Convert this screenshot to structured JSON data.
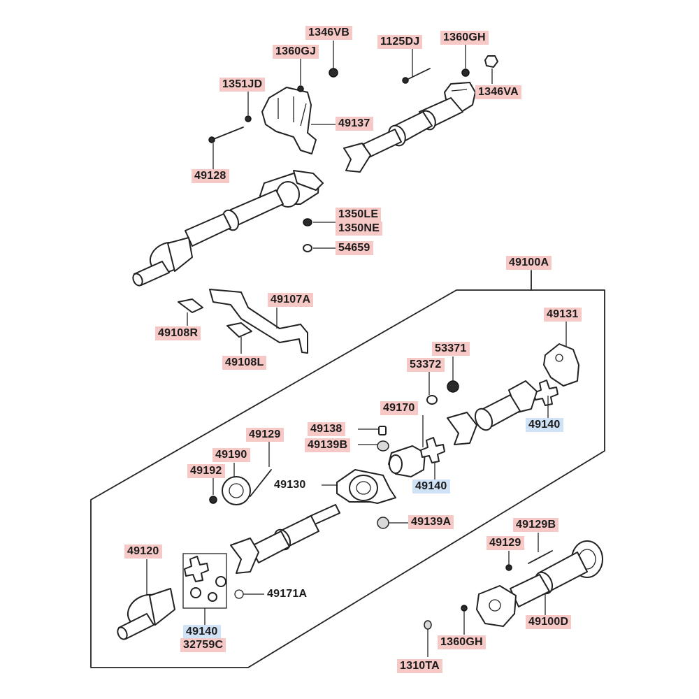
{
  "labels": {
    "p1346VB": "1346VB",
    "p1360GJ": "1360GJ",
    "p1125DJ": "1125DJ",
    "p1360GH_top": "1360GH",
    "p1351JD": "1351JD",
    "p1346VA": "1346VA",
    "p49137": "49137",
    "p49128": "49128",
    "p1350LE": "1350LE",
    "p1350NE": "1350NE",
    "p54659": "54659",
    "p49100A": "49100A",
    "p49107A": "49107A",
    "p49108R": "49108R",
    "p49108L": "49108L",
    "p49131": "49131",
    "p53371": "53371",
    "p53372": "53372",
    "p49170": "49170",
    "p49140_right": "49140",
    "p49138": "49138",
    "p49139B": "49139B",
    "p49129_left": "49129",
    "p49190": "49190",
    "p49192": "49192",
    "p49130": "49130",
    "p49140_mid": "49140",
    "p49139A": "49139A",
    "p49129B": "49129B",
    "p49129_right": "49129",
    "p49120": "49120",
    "p49171A": "49171A",
    "p49140_kit": "49140",
    "p32759C": "32759C",
    "p49100D": "49100D",
    "p1360GH_bottom": "1360GH",
    "p1310TA": "1310TA"
  },
  "colors": {
    "highlight_red": "#f7c9c6",
    "highlight_blue": "#cfe2f6",
    "line": "#222222"
  }
}
